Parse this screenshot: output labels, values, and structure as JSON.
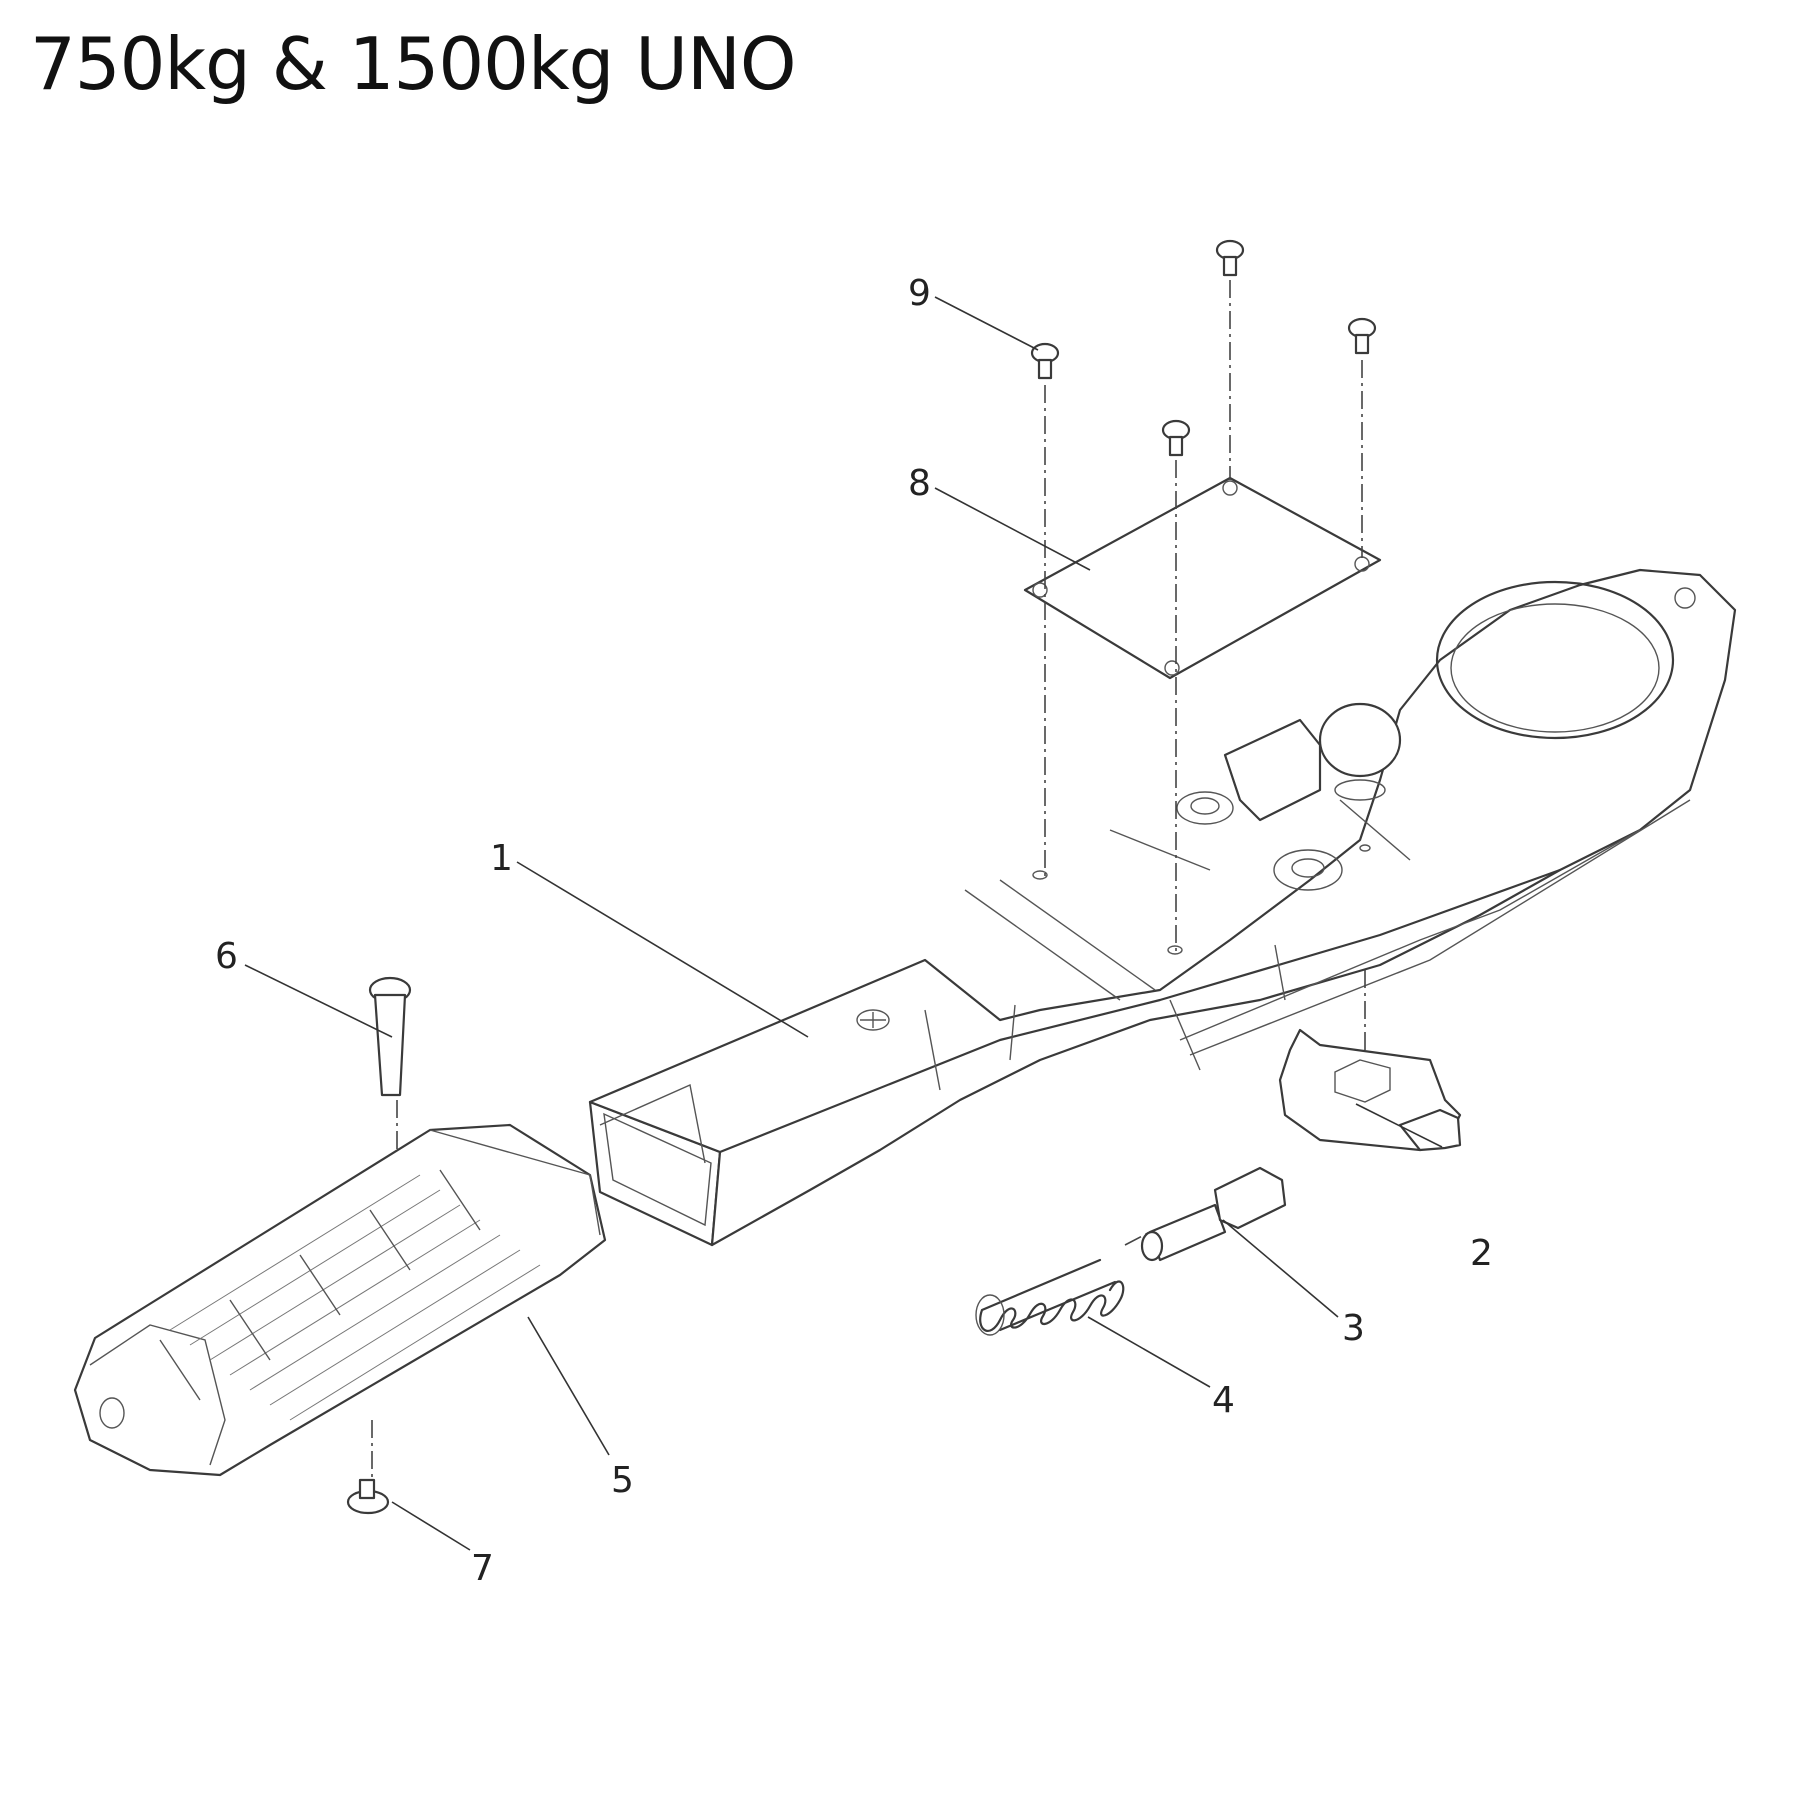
{
  "title": "750kg & 1500kg UNO",
  "callouts": [
    "1",
    "2",
    "3",
    "4",
    "5",
    "6",
    "7",
    "8",
    "9"
  ]
}
